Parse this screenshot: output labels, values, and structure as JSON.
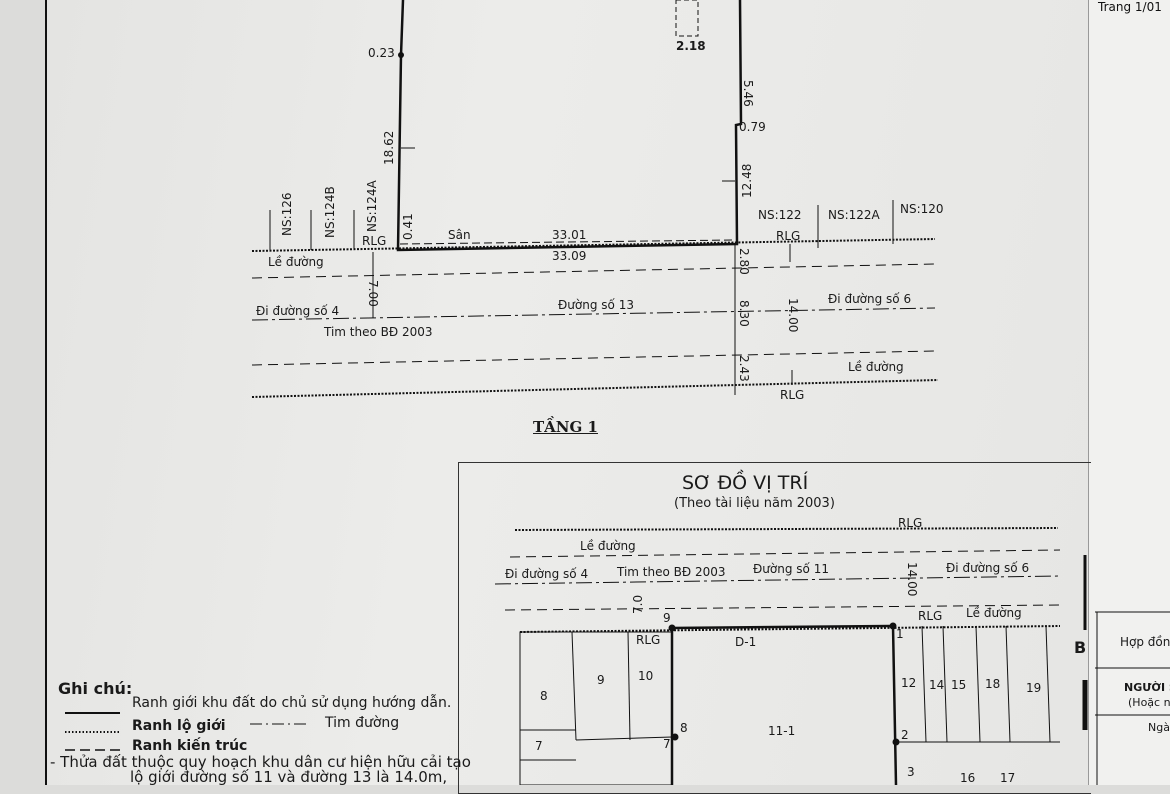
{
  "page_marker": "Trang 1/01",
  "floor_plan": {
    "title": "TẦNG 1",
    "dims": {
      "d023": "0.23",
      "d1862": "18.62",
      "d041": "0.41",
      "d218": "2.18",
      "d546": "5.46",
      "d079": "0.79",
      "d1248": "12.48",
      "d3301": "33.01",
      "d3309": "33.09",
      "d280": "2.80",
      "d700": "7.00",
      "d830": "8.30",
      "d1400": "14.00",
      "d243": "2.43"
    },
    "neighbors": [
      "NS:126",
      "NS:124B",
      "NS:124A",
      "NS:122",
      "NS:122A",
      "NS:120"
    ],
    "labels": {
      "rlg": "RLG",
      "san": "Sân",
      "le_duong": "Lề đường",
      "to_road4": "Đi đường số 4",
      "road13": "Đường số 13",
      "to_road6": "Đi đường số 6",
      "center": "Tim theo BĐ 2003"
    }
  },
  "location_map": {
    "title": "SƠ ĐỒ VỊ TRÍ",
    "subtitle": "(Theo tài liệu năm 2003)",
    "labels": {
      "rlg": "RLG",
      "le_duong": "Lề đường",
      "to_road4": "Đi đường số 4",
      "center": "Tim theo BĐ 2003",
      "road11": "Đường số 11",
      "to_road6": "Đi đường số 6",
      "w14": "14.00",
      "w7": "7.0",
      "d1": "D-1",
      "north": "B"
    },
    "lots": [
      "8",
      "9",
      "10",
      "7",
      "11-1",
      "12",
      "14",
      "15",
      "18",
      "19",
      "16",
      "17"
    ],
    "points": [
      "9",
      "1",
      "8",
      "7",
      "2",
      "3"
    ]
  },
  "notes": {
    "title": "Ghi chú:",
    "items": [
      "Ranh giới khu đất do chủ sử dụng hướng dẫn.",
      "Ranh lộ giới",
      "Tim đường",
      "Ranh kiến trúc"
    ],
    "text1": "- Thửa đất thuộc quy hoạch khu dân cư hiện hữu cải tạo",
    "text2": "lộ giới đường số 11 và đường 13 là 14.0m,"
  },
  "side_form": {
    "contract": "Hợp đồng",
    "signer": "NGƯỜI S",
    "signer_note": "(Hoặc n",
    "date": "Ngà"
  }
}
